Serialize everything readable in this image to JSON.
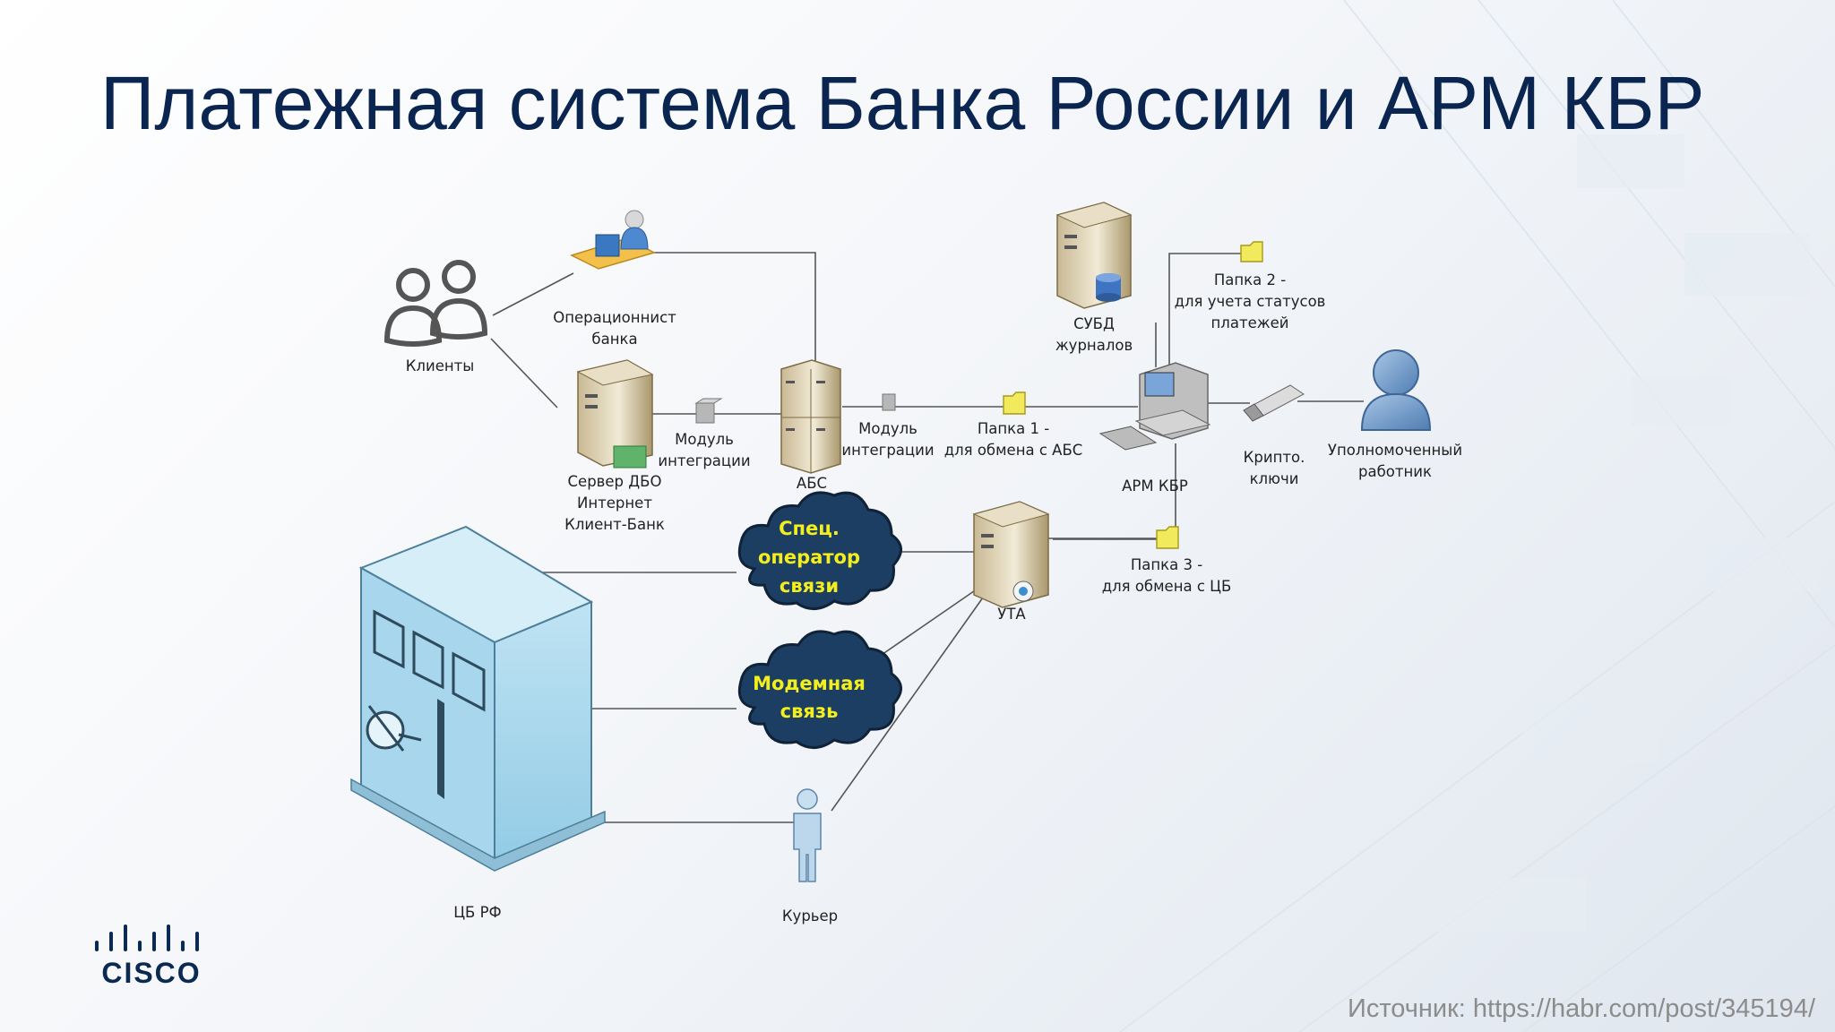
{
  "slide": {
    "title": "Платежная система Банка России и АРМ КБР",
    "source": "Источник: https://habr.com/post/345194/",
    "logo_text": "CISCO"
  },
  "diagram": {
    "nodes": {
      "clients": "Клиенты",
      "operator_l1": "Операционнист",
      "operator_l2": "банка",
      "dbo_l1": "Сервер ДБО",
      "dbo_l2": "Интернет",
      "dbo_l3": "Клиент-Банк",
      "module1_l1": "Модуль",
      "module1_l2": "интеграции",
      "abs": "АБС",
      "module2_l1": "Модуль",
      "module2_l2": "интеграции",
      "folder1_l1": "Папка 1 -",
      "folder1_l2": "для обмена с АБС",
      "subd_l1": "СУБД",
      "subd_l2": "журналов",
      "folder2_l1": "Папка 2 -",
      "folder2_l2": "для учета статусов",
      "folder2_l3": "платежей",
      "arm": "АРМ КБР",
      "crypto_l1": "Крипто.",
      "crypto_l2": "ключи",
      "worker_l1": "Уполномоченный",
      "worker_l2": "работник",
      "spec_l1": "Спец.",
      "spec_l2": "оператор",
      "spec_l3": "связи",
      "modem_l1": "Модемная",
      "modem_l2": "связь",
      "uta": "УТА",
      "folder3_l1": "Папка 3  -",
      "folder3_l2": "для обмена с ЦБ",
      "cbrf": "ЦБ РФ",
      "courier": "Курьер"
    }
  }
}
